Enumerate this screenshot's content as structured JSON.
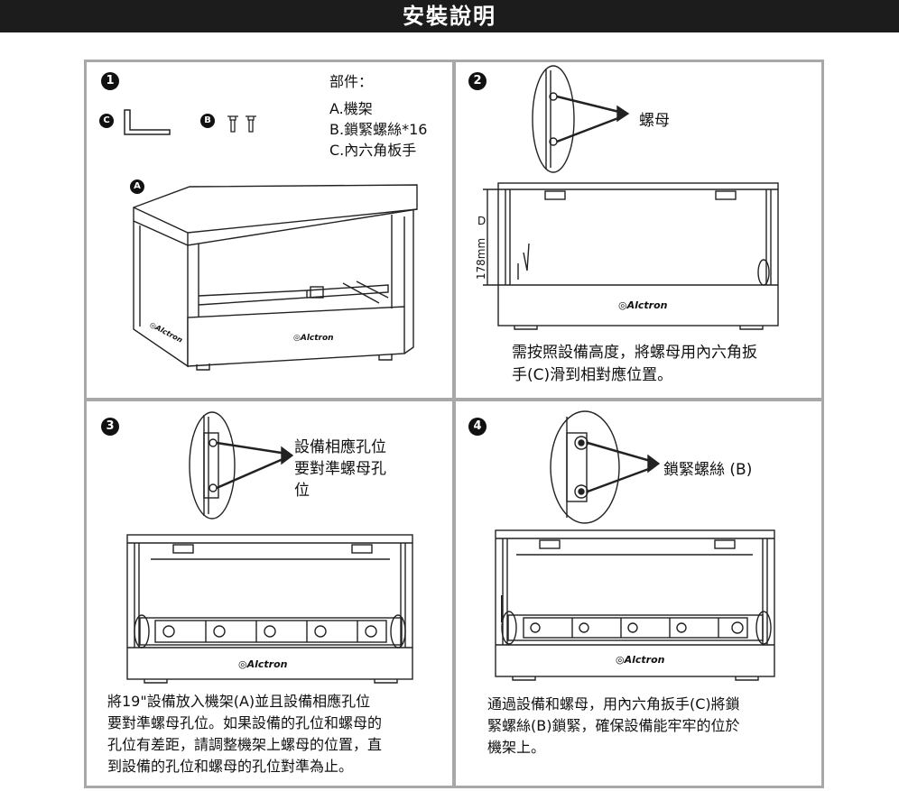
{
  "header": {
    "title": "安裝說明"
  },
  "step1": {
    "number": "1",
    "parts_title": "部件：",
    "parts": [
      "A.機架",
      "B.鎖緊螺絲*16",
      "C.內六角板手"
    ],
    "label_a": "A",
    "label_b": "B",
    "label_c": "C",
    "brand_front": "Alctron",
    "brand_side": "Alctron"
  },
  "step2": {
    "number": "2",
    "nut_label": "螺母",
    "dim_letter": "D",
    "dim_value": "178mm",
    "brand": "Alctron",
    "text_lines": [
      "需按照設備高度，將螺母用內六角扳",
      "手(C)滑到相對應位置。"
    ]
  },
  "step3": {
    "number": "3",
    "callout_lines": [
      "設備相應孔位",
      "要對準螺母孔",
      "位"
    ],
    "brand": "Alctron",
    "text_lines": [
      "將19\"設備放入機架(A)並且設備相應孔位",
      "要對準螺母孔位。如果設備的孔位和螺母的",
      "孔位有差距，請調整機架上螺母的位置，直",
      "到設備的孔位和螺母的孔位對準為止。"
    ]
  },
  "step4": {
    "number": "4",
    "screw_label": "鎖緊螺絲 (B)",
    "brand": "Alctron",
    "text_lines": [
      "通過設備和螺母，用內六角扳手(C)將鎖",
      "緊螺絲(B)鎖緊，確保設備能牢牢的位於",
      "機架上。"
    ]
  }
}
